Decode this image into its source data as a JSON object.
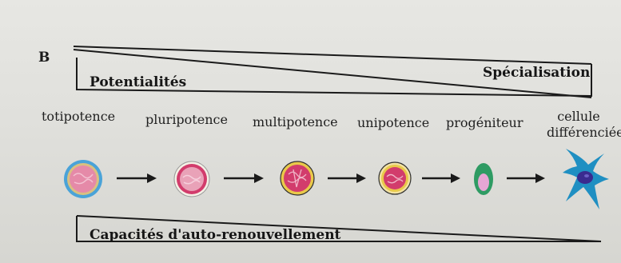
{
  "panel_letter": "B",
  "top_band": {
    "left_label": "Potentialités",
    "right_label": "Spécialisation"
  },
  "stages": [
    {
      "label": "totipotence"
    },
    {
      "label": "pluripotence"
    },
    {
      "label": "multipotence"
    },
    {
      "label": "unipotence"
    },
    {
      "label": "progéniteur"
    },
    {
      "label_line1": "cellule",
      "label_line2": "différenciée"
    }
  ],
  "bottom_band": {
    "label": "Capacités d'auto-renouvellement"
  },
  "colors": {
    "ink": "#1a1a1a",
    "totipotent_ring": "#4aa3d8",
    "cell_pink": "#e58aa8",
    "cell_magenta": "#d23c6c",
    "yellow_ring": "#e9c94a",
    "progenitor_green": "#2e9b63",
    "progenitor_nucleus": "#e7a6d4",
    "differentiated_body": "#1f8fc2",
    "differentiated_nucleus": "#3a2b8f"
  }
}
